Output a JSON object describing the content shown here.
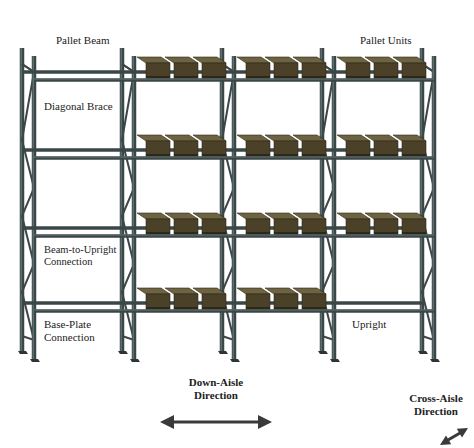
{
  "diagram": {
    "labels": [
      "Pallet Beam",
      "Pallet Units",
      "Diagonal Brace",
      "Beam-to-Upright Connection",
      "Base-Plate Connection",
      "Upright",
      "Down-Aisle Direction",
      "Cross-Aisle Direction"
    ]
  }
}
